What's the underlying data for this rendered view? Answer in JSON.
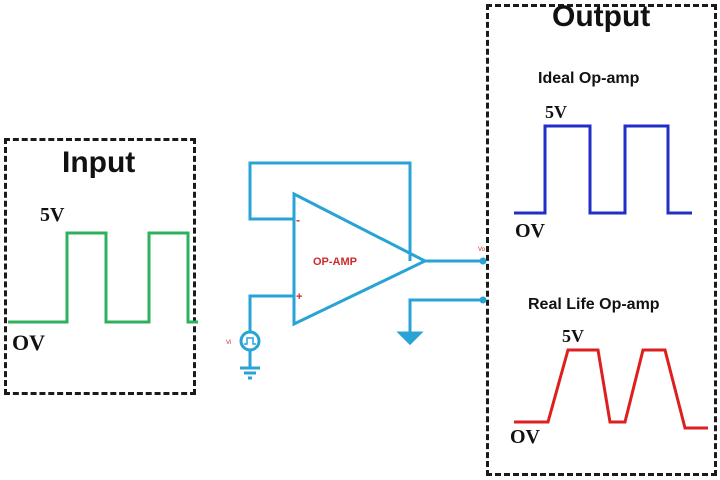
{
  "input": {
    "title": "Input",
    "high_label": "5V",
    "low_label": "OV",
    "color": "#2fb05c"
  },
  "circuit": {
    "opamp_label": "OP-AMP",
    "minus_sign": "-",
    "plus_sign": "+",
    "source_label": "Vi",
    "output_label": "Vo",
    "wire_color": "#29a3d6",
    "label_color": "#cc2b2b"
  },
  "output": {
    "title": "Output",
    "ideal": {
      "title": "Ideal Op-amp",
      "high_label": "5V",
      "low_label": "OV",
      "color": "#1f2fc8"
    },
    "real": {
      "title": "Real Life Op-amp",
      "high_label": "5V",
      "low_label": "OV",
      "color": "#dd1f1f"
    }
  }
}
